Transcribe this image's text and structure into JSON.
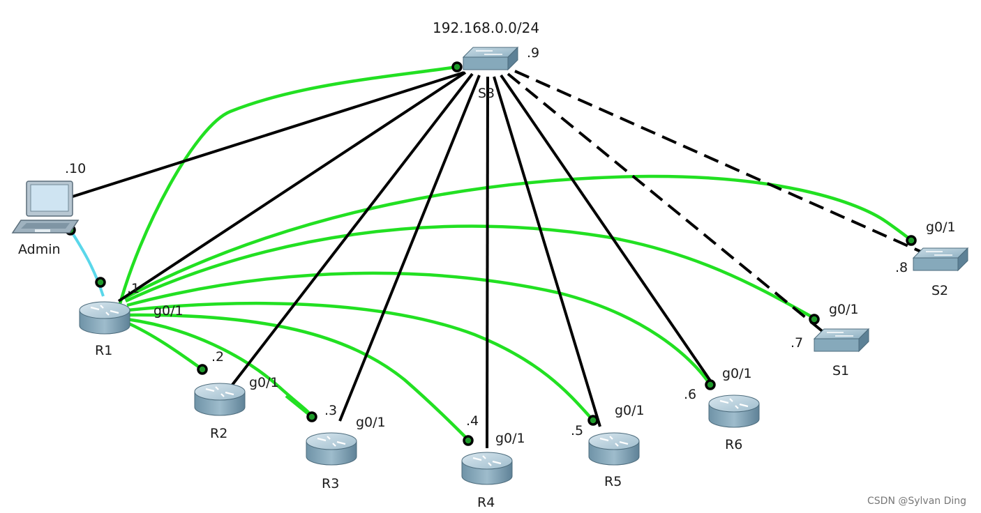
{
  "network": {
    "subnet": "192.168.0.0/24"
  },
  "devices": {
    "s3": {
      "name": "S3",
      "ip": ".9",
      "port": ""
    },
    "admin": {
      "name": "Admin",
      "ip": ".10",
      "port": ""
    },
    "r1": {
      "name": "R1",
      "ip": ".1",
      "port": "g0/1"
    },
    "r2": {
      "name": "R2",
      "ip": ".2",
      "port": ""
    },
    "r3": {
      "name": "R3",
      "ip": ".3",
      "port": "g0/1"
    },
    "r4": {
      "name": "R4",
      "ip": ".4",
      "port": "g0/1"
    },
    "r5": {
      "name": "R5",
      "ip": ".5",
      "port": "g0/1"
    },
    "r6": {
      "name": "R6",
      "ip": ".6",
      "port": "g0/1"
    },
    "s1": {
      "name": "S1",
      "ip": ".7",
      "port": "g0/1"
    },
    "s2": {
      "name": "S2",
      "ip": ".8",
      "port": "g0/1"
    }
  },
  "r2_port": "g0/1",
  "colors": {
    "console_link": "#22e022",
    "lan_link": "#000000",
    "admin_link": "#5ad7ea",
    "router_body": "#8fb3c6",
    "switch_body": "#87abbd"
  },
  "watermark": "CSDN @Sylvan Ding"
}
